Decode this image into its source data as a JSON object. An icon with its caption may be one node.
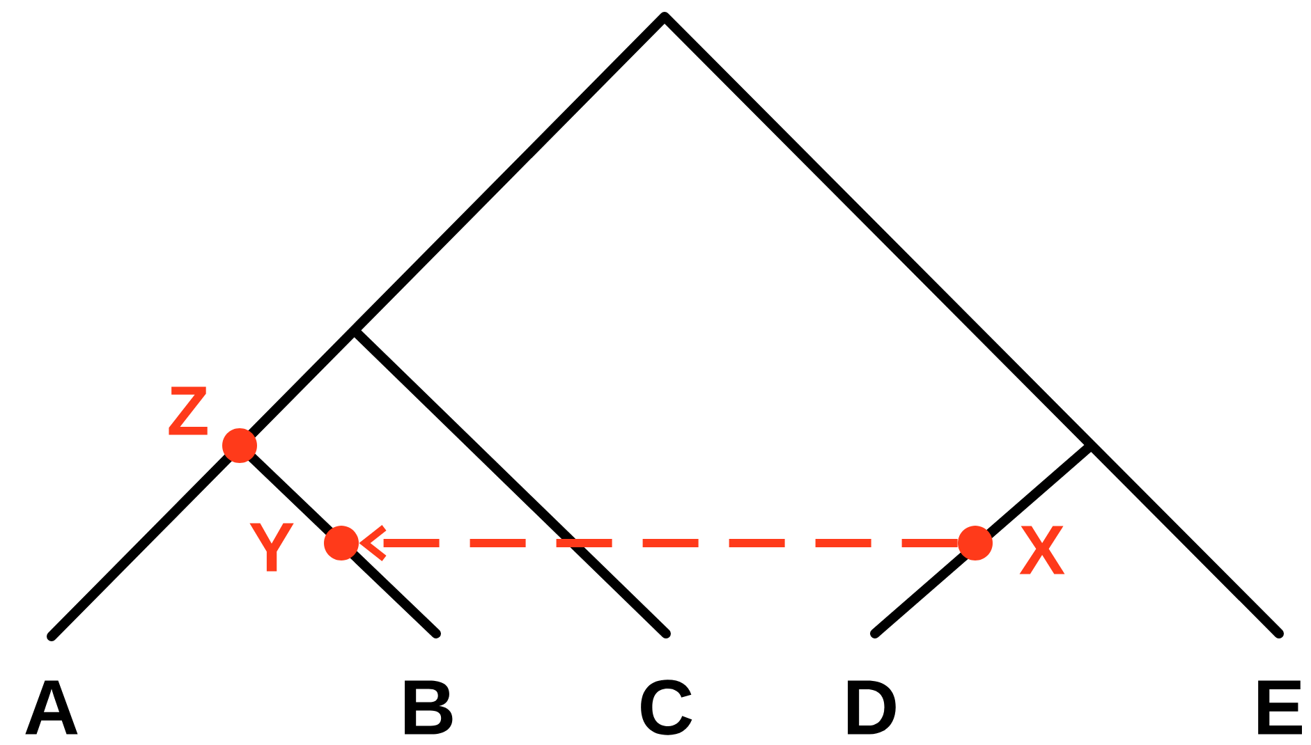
{
  "diagram": {
    "nodes": [
      {
        "text": [],
        "shape": "circle",
        "beside": [
          "Z"
        ]
      },
      {
        "text": [],
        "shape": "circle",
        "beside": [
          "Y"
        ]
      },
      {
        "text": [],
        "shape": "circle",
        "beside": [
          "X"
        ]
      }
    ],
    "edges": [
      {
        "from": 2,
        "to": 1,
        "arrow": "to",
        "style": "dashed",
        "color": "#ff3a1a"
      }
    ],
    "labels": [
      "A",
      "B",
      "C",
      "D",
      "E"
    ]
  }
}
